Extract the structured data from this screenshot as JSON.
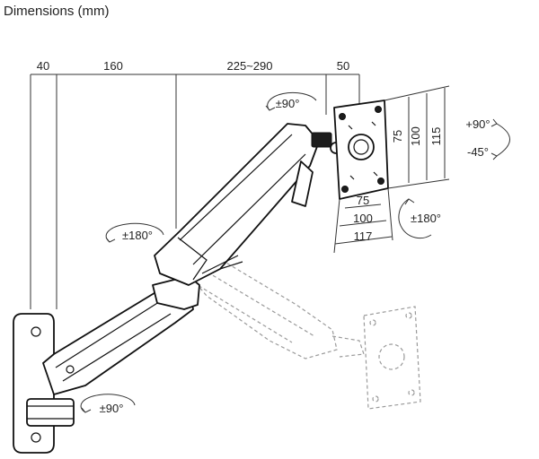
{
  "title": "Dimensions (mm)",
  "dimensions": {
    "wall_offset": "40",
    "arm_segment_1": "160",
    "arm_segment_2": "225~290",
    "head_offset": "50",
    "vesa_h_small": "75",
    "vesa_h_large": "100",
    "plate_width": "117",
    "vesa_v_small": "75",
    "vesa_v_large": "100",
    "plate_height": "115"
  },
  "rotations": {
    "head_swivel": "±90°",
    "arm_joint": "±180°",
    "wall_pivot": "±90°",
    "rotate_plate": "±180°",
    "tilt_up": "+90°",
    "tilt_down": "-45°"
  },
  "icons": [
    "rotation-arrow-icon",
    "vesa-plate-icon",
    "wall-bracket-icon",
    "gas-spring-arm-icon"
  ]
}
